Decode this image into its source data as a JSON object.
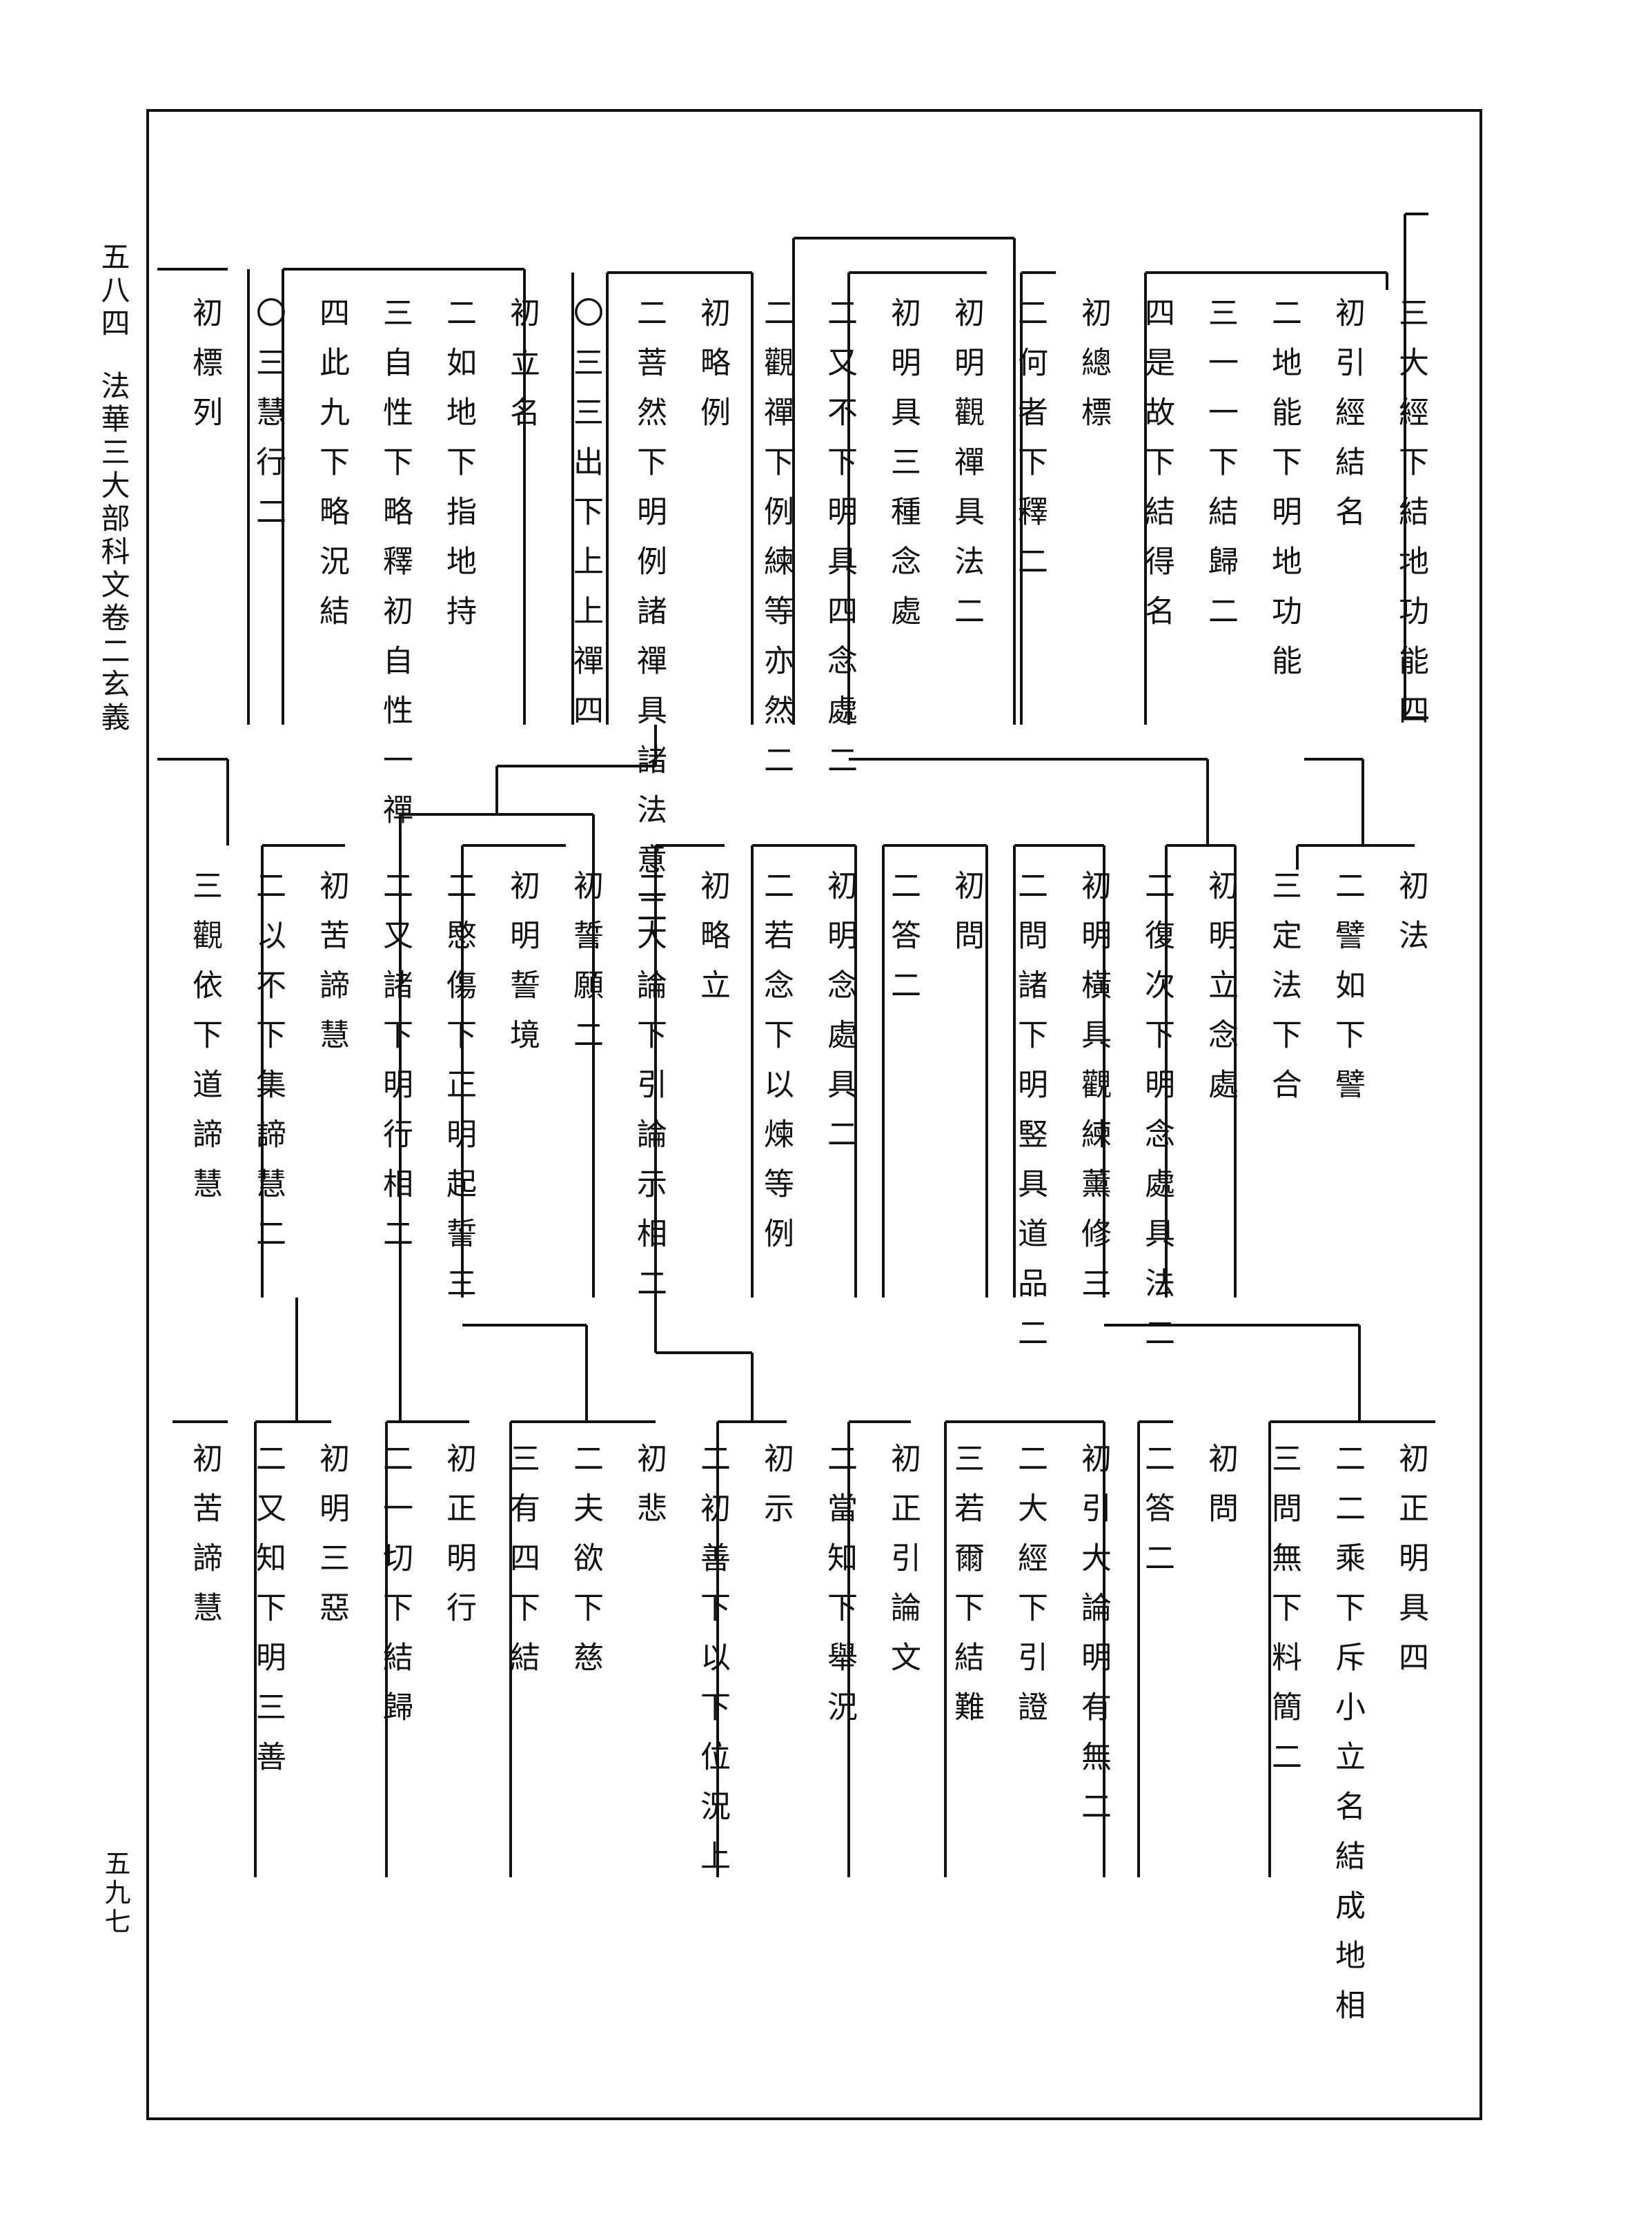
{
  "header": {
    "left_page_no": "五八四",
    "book_title": "法華三大部科文卷二玄義"
  },
  "footer": {
    "right_page_no": "五九七"
  },
  "rows": [
    {
      "name": "row-1",
      "groups": [
        {
          "cols": [
            "三大經下結地功能四"
          ]
        },
        {
          "cols": [
            "初引經結名",
            "二地能下明地功能",
            "三一一下結歸二",
            "四是故下結得名"
          ]
        },
        {
          "cols": [
            "初總標",
            "二何者下釋二"
          ]
        },
        {
          "cols": [
            "初明觀禪具法二",
            "初明具三種念處",
            "二又不下明具四念處二"
          ]
        },
        {
          "cols": [
            "二觀禪下例練等亦然二"
          ]
        },
        {
          "cols": [
            "初略例",
            "二菩然下明例諸禪具諸法意二"
          ]
        },
        {
          "cols": [
            "〇三三出下上上禪四"
          ]
        },
        {
          "cols": [
            "初立名",
            "二如地下指地持",
            "三自性下略釋初自性一禪",
            "四此九下略況結"
          ]
        },
        {
          "cols": [
            "〇三慧行二"
          ]
        },
        {
          "cols": [
            "初標列"
          ]
        }
      ]
    },
    {
      "name": "row-2",
      "groups": [
        {
          "cols": [
            "初法",
            "二譬如下譬",
            "三定法下合"
          ]
        },
        {
          "cols": [
            "初明立念處",
            "二復次下明念處具法二"
          ]
        },
        {
          "cols": [
            "初明橫具觀練薰修三",
            "二問諸下明竪具道品二"
          ]
        },
        {
          "cols": [
            "初問",
            "二答二"
          ]
        },
        {
          "cols": [
            "初明念處具二",
            "二若念下以煉等例"
          ]
        },
        {
          "cols": [
            "初略立",
            "二大論下引論示相二"
          ]
        },
        {
          "cols": [
            "初誓願二",
            "初明誓境",
            "二愍傷下正明起誓三",
            "二又諸下明行相二"
          ]
        },
        {
          "cols": [
            "初苦諦慧",
            "二以不下集諦慧二",
            "三觀依下道諦慧"
          ]
        }
      ]
    },
    {
      "name": "row-3",
      "groups": [
        {
          "cols": [
            "初正明具四",
            "二二乘下斥小立名結成地相"
          ]
        },
        {
          "cols": [
            "三問無下料簡二",
            "初問",
            "二答二"
          ]
        },
        {
          "cols": [
            "初引大論明有無二",
            "二大經下引證",
            "三若爾下結難"
          ]
        },
        {
          "cols": [
            "初正引論文",
            "二當知下舉況"
          ]
        },
        {
          "cols": [
            "初示",
            "二初善下以下位況上"
          ]
        },
        {
          "cols": [
            "初悲",
            "二夫欲下慈",
            "三有四下結"
          ]
        },
        {
          "cols": [
            "初正明行",
            "二一切下結歸"
          ]
        },
        {
          "cols": [
            "初明三惡",
            "二又知下明三善"
          ]
        },
        {
          "cols": [
            "初苦諦慧"
          ]
        }
      ]
    }
  ]
}
